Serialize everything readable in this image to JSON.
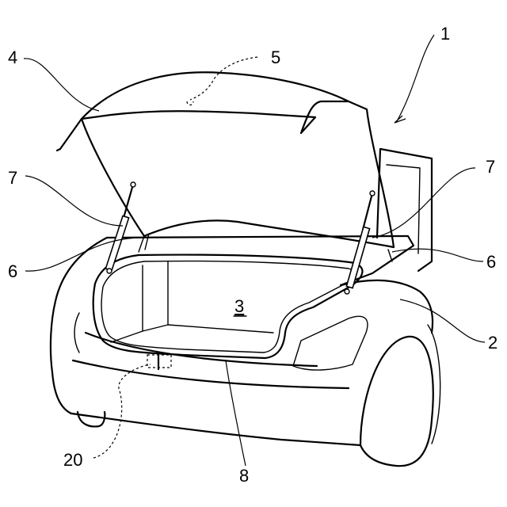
{
  "labels": {
    "vehicle": "1",
    "body": "2",
    "luggage_compartment": "3",
    "trunk_lid": "4",
    "lid_part": "5",
    "hinge_left": "6",
    "hinge_right": "6",
    "strut_left": "7",
    "strut_right": "7",
    "weatherstrip": "8",
    "latch": "20"
  },
  "colors": {
    "line": "#000000",
    "background": "#ffffff"
  }
}
